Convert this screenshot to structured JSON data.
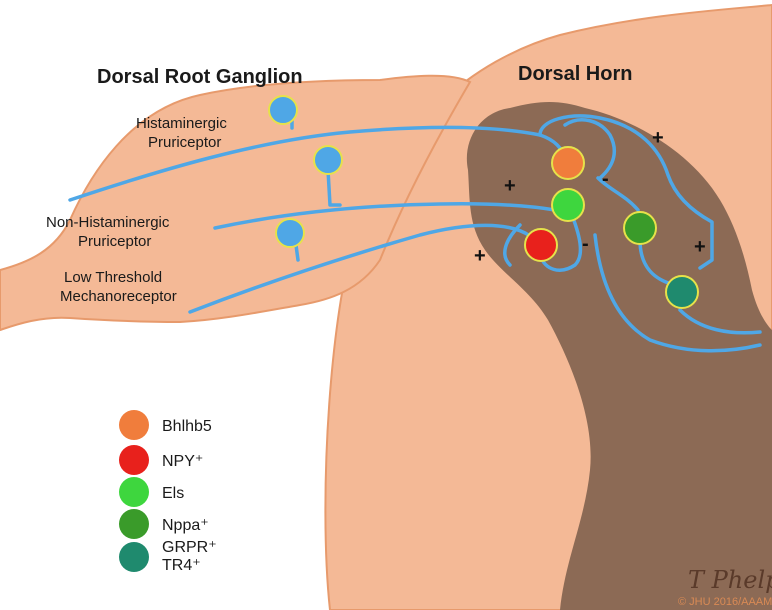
{
  "headers": {
    "drg": "Dorsal Root Ganglion",
    "dh": "Dorsal Horn"
  },
  "sensory_neurons": [
    {
      "line1": "Histaminergic",
      "line2": "Pruriceptor"
    },
    {
      "line1": "Non-Histaminergic",
      "line2": "Pruriceptor"
    },
    {
      "line1": "Low Threshold",
      "line2": "Mechanoreceptor"
    }
  ],
  "synapse_signs": [
    "+",
    "+",
    "-",
    "-",
    "+",
    "+"
  ],
  "legend": [
    {
      "label": "Bhlhb5",
      "color": "#f07d3c"
    },
    {
      "label": "NPY⁺",
      "color": "#e8211c"
    },
    {
      "label": "Els",
      "color": "#3ed63e"
    },
    {
      "label": "Nppa⁺",
      "color": "#3a9b2a"
    },
    {
      "label": "GRPR⁺",
      "label2": "TR4⁺",
      "color": "#1f8a6e"
    }
  ],
  "colors": {
    "drg_fill": "#f4b996",
    "dh_fill": "#f4b996",
    "grey_matter": "#8c6a55",
    "axon": "#4fa7e6",
    "drg_cell": "#4fa7e6"
  },
  "credit": "© JHU 2016/AAAM",
  "signature": "T Phelps"
}
